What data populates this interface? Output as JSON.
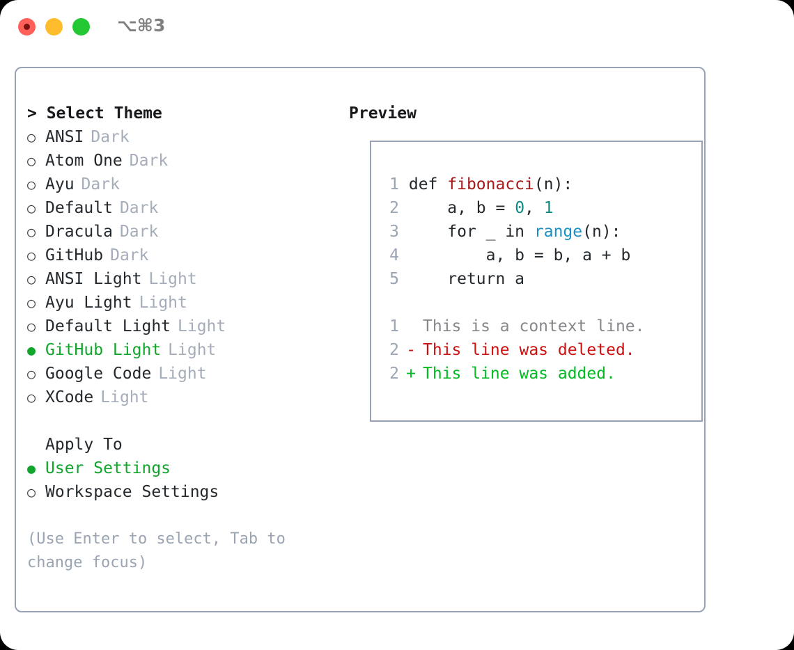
{
  "titlebar": {
    "shortcut": "⌥⌘3",
    "lights": [
      "close-red",
      "minimize-yellow",
      "maximize-green"
    ]
  },
  "theme_panel": {
    "header": "> Select Theme",
    "items": [
      {
        "marker": "○",
        "name": "ANSI",
        "badge": "Dark",
        "selected": false
      },
      {
        "marker": "○",
        "name": "Atom One",
        "badge": "Dark",
        "selected": false
      },
      {
        "marker": "○",
        "name": "Ayu",
        "badge": "Dark",
        "selected": false
      },
      {
        "marker": "○",
        "name": "Default",
        "badge": "Dark",
        "selected": false
      },
      {
        "marker": "○",
        "name": "Dracula",
        "badge": "Dark",
        "selected": false
      },
      {
        "marker": "○",
        "name": "GitHub",
        "badge": "Dark",
        "selected": false
      },
      {
        "marker": "○",
        "name": "ANSI Light",
        "badge": "Light",
        "selected": false
      },
      {
        "marker": "○",
        "name": "Ayu Light",
        "badge": "Light",
        "selected": false
      },
      {
        "marker": "○",
        "name": "Default Light",
        "badge": "Light",
        "selected": false
      },
      {
        "marker": "●",
        "name": "GitHub Light",
        "badge": "Light",
        "selected": true
      },
      {
        "marker": "○",
        "name": "Google Code",
        "badge": "Light",
        "selected": false
      },
      {
        "marker": "○",
        "name": "XCode",
        "badge": "Light",
        "selected": false
      }
    ]
  },
  "apply_to": {
    "header": "Apply To",
    "items": [
      {
        "marker": "●",
        "name": "User Settings",
        "selected": true
      },
      {
        "marker": "○",
        "name": "Workspace Settings",
        "selected": false
      }
    ]
  },
  "hint": "(Use Enter to select, Tab to change focus)",
  "preview": {
    "header": "Preview",
    "code_lines": [
      {
        "num": "1",
        "tokens": [
          {
            "t": "def ",
            "c": "plain"
          },
          {
            "t": "fibonacci",
            "c": "fn"
          },
          {
            "t": "(n):",
            "c": "plain"
          }
        ]
      },
      {
        "num": "2",
        "tokens": [
          {
            "t": "    a, b = ",
            "c": "plain"
          },
          {
            "t": "0",
            "c": "num"
          },
          {
            "t": ", ",
            "c": "plain"
          },
          {
            "t": "1",
            "c": "num"
          }
        ]
      },
      {
        "num": "3",
        "tokens": [
          {
            "t": "    for _ in ",
            "c": "plain"
          },
          {
            "t": "range",
            "c": "call"
          },
          {
            "t": "(n):",
            "c": "plain"
          }
        ]
      },
      {
        "num": "4",
        "tokens": [
          {
            "t": "        a, b = b, a + b",
            "c": "plain"
          }
        ]
      },
      {
        "num": "5",
        "tokens": [
          {
            "t": "    return a",
            "c": "plain"
          }
        ]
      }
    ],
    "diff_lines": [
      {
        "num": "1",
        "sign": " ",
        "text": "This is a context line.",
        "kind": "ctx"
      },
      {
        "num": "2",
        "sign": "-",
        "text": "This line was deleted.",
        "kind": "del"
      },
      {
        "num": "2",
        "sign": "+",
        "text": "This line was added.",
        "kind": "add"
      }
    ]
  },
  "colors": {
    "accent_green": "#12a52b",
    "border": "#97a3b4",
    "muted": "#a4adb9",
    "text": "#24292e",
    "fn_red": "#a81818",
    "num_teal": "#0d8b82",
    "call_blue": "#1a8fc4",
    "diff_del": "#cc1111",
    "diff_add": "#00bb22"
  }
}
